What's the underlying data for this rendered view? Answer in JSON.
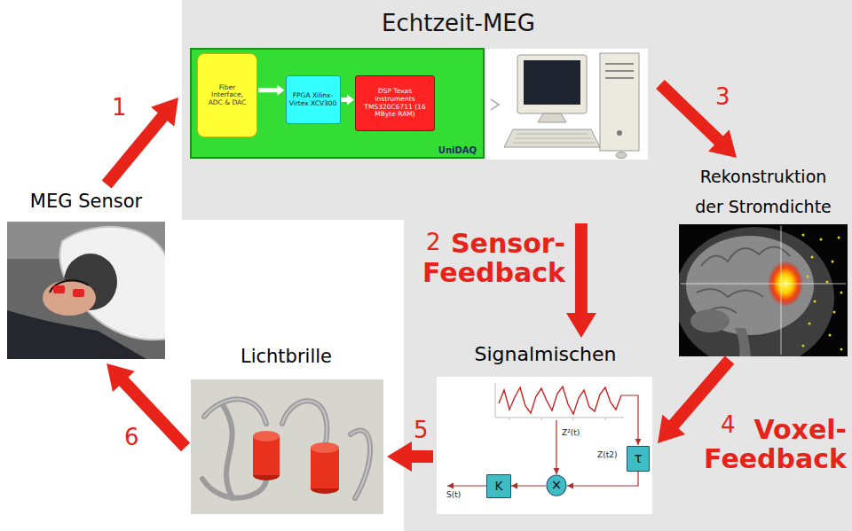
{
  "diagram": {
    "nodes": [
      {
        "text": [
          "Echtzeit-MEG"
        ]
      },
      {
        "text": [
          "UniDAQ"
        ],
        "in": 0
      },
      {
        "text": [
          "Fiber Interface, ADC & DAC"
        ],
        "in": 1
      },
      {
        "text": [
          "FPGA Xilinx-Virtex XCV300"
        ],
        "in": 1
      },
      {
        "text": [
          "DSP Texas Instruments TMS320C6711 (16 MByte RAM)"
        ],
        "in": 1
      },
      {
        "text": [
          "MEG Sensor"
        ]
      },
      {
        "text": [
          "Rekonstruktion der Stromdichte"
        ]
      },
      {
        "text": [
          "Lichtbrille"
        ]
      },
      {
        "text": [
          "Signalmischen"
        ]
      },
      {
        "text": [
          "τ"
        ],
        "in": 8
      },
      {
        "text": [
          "×"
        ],
        "in": 8
      },
      {
        "text": [
          "K"
        ],
        "in": 8
      }
    ],
    "edges": [
      {
        "from": 5,
        "to": 0,
        "label": "1",
        "arrow": "to"
      },
      {
        "from": 0,
        "to": 8,
        "label": "2",
        "arrow": "to"
      },
      {
        "from": 0,
        "to": 6,
        "label": "3",
        "arrow": "to"
      },
      {
        "from": 6,
        "to": 8,
        "label": "4",
        "arrow": "to"
      },
      {
        "from": 8,
        "to": 7,
        "label": "5",
        "arrow": "to"
      },
      {
        "from": 7,
        "to": 5,
        "label": "6",
        "arrow": "to"
      },
      {
        "from": 2,
        "to": 3,
        "arrow": "to"
      },
      {
        "from": 3,
        "to": 4,
        "arrow": "to"
      },
      {
        "from": 9,
        "to": 10,
        "arrow": "to"
      },
      {
        "from": 10,
        "to": 11,
        "arrow": "to"
      }
    ],
    "labels": [
      "Sensor- Feedback",
      "Voxel- Feedback",
      "Z²(t)",
      "Z(t2)",
      "S(t)"
    ]
  }
}
